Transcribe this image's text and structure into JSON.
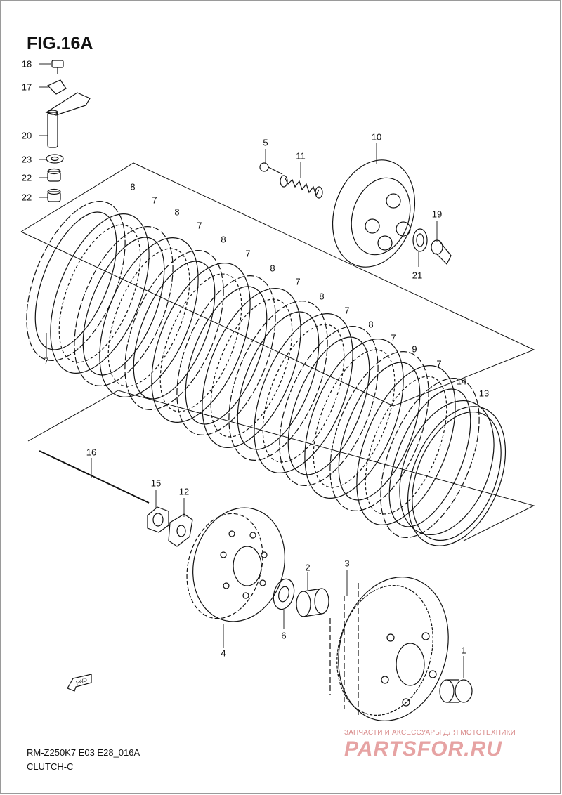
{
  "figure": {
    "title": "FIG.16A",
    "model_code": "RM-Z250K7 E03 E28_016A",
    "group_name": "CLUTCH-C",
    "direction_marker": "FWD"
  },
  "callouts": {
    "c18": "18",
    "c17": "17",
    "c20": "20",
    "c23": "23",
    "c22a": "22",
    "c22b": "22",
    "c5": "5",
    "c11": "11",
    "c10": "10",
    "c19": "19",
    "c21": "21",
    "c8_1": "8",
    "c7_1": "7",
    "c8_2": "8",
    "c7_2": "7",
    "c8_3": "8",
    "c7_3": "7",
    "c8_4": "8",
    "c7_4": "7",
    "c8_5": "8",
    "c7_5": "7",
    "c8_6": "8",
    "c7_6": "7",
    "c9": "9",
    "c7_7": "7",
    "c14": "14",
    "c13": "13",
    "c7_left": "7",
    "c16": "16",
    "c15": "15",
    "c12": "12",
    "c2": "2",
    "c3": "3",
    "c6": "6",
    "c4": "4",
    "c1": "1"
  },
  "watermark": {
    "small_text": "ЗАПЧАСТИ И АКСЕССУАРЫ ДЛЯ МОТОТЕХНИКИ",
    "large_text": "PARTSFOR.RU"
  }
}
